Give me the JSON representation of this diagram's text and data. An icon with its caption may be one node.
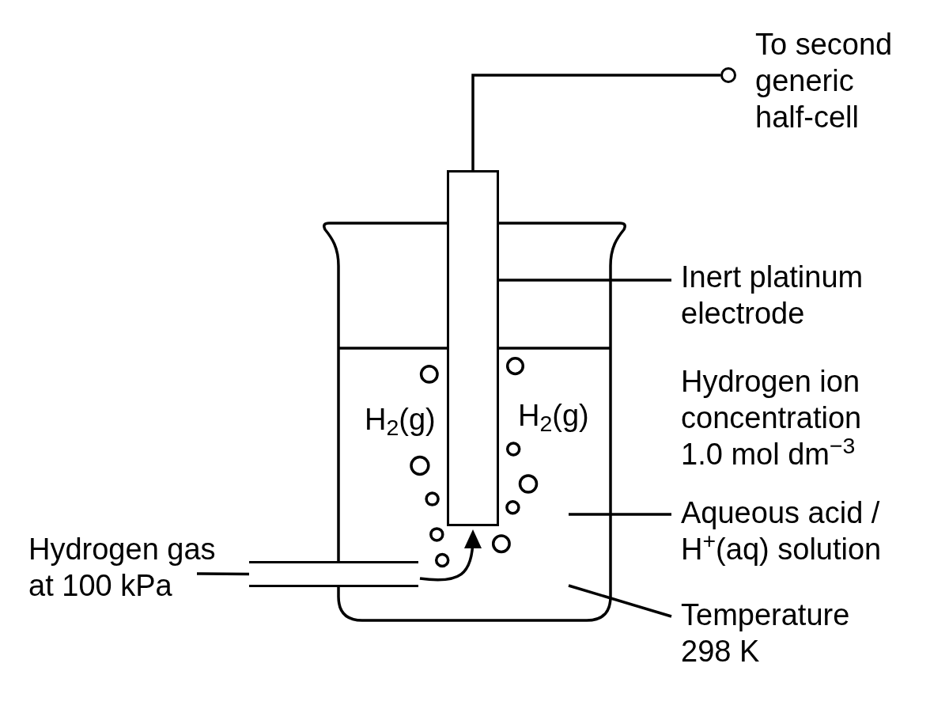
{
  "diagram": {
    "nodes": [
      {
        "text": [],
        "shape": "circle",
        "beside": [
          "To second generic half-cell"
        ]
      },
      {
        "text": [],
        "shape": "box"
      },
      {
        "text": [
          "Inert platinum electrode"
        ]
      },
      {
        "text": [
          "Aqueous acid / H$^{+}$(aq) solution"
        ]
      },
      {
        "text": [
          "Hydrogen gas at 100 kPa"
        ]
      },
      {
        "text": [],
        "shape": "tube"
      },
      {
        "text": [
          "Temperature 298 K"
        ]
      }
    ],
    "edges": [
      {
        "from": 1,
        "to": 0,
        "arrow": "none"
      },
      {
        "from": 2,
        "to": 1,
        "arrow": "none"
      },
      {
        "from": 3,
        "to": null,
        "arrow": "none"
      },
      {
        "from": 4,
        "to": 5,
        "arrow": "none"
      },
      {
        "from": 5,
        "to": 1,
        "arrow": "to"
      },
      {
        "from": 6,
        "to": null,
        "arrow": "none"
      }
    ],
    "labels": [
      "H$_{2}$(g)",
      "H$_{2}$(g)",
      "Hydrogen ion concentration 1.0 mol dm$^{−3}$"
    ]
  }
}
